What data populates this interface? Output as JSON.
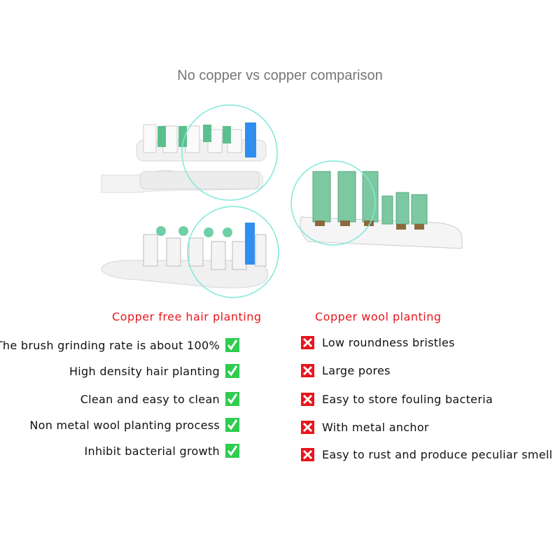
{
  "title": "No copper vs copper comparison",
  "left": {
    "heading": "Copper free hair planting",
    "items": [
      "The brush grinding rate is about 100%",
      "High density hair planting",
      "Clean and easy to clean",
      "Non metal wool planting process",
      "Inhibit bacterial growth"
    ],
    "icon": "check-icon",
    "icon_color": "#2ecc4f"
  },
  "right": {
    "heading": "Copper wool planting",
    "items": [
      "Low roundness bristles",
      "Large pores",
      "Easy to store fouling bacteria",
      "With metal anchor",
      "Easy to rust and produce peculiar smell"
    ],
    "icon": "cross-icon",
    "icon_color": "#e8161d"
  },
  "colors": {
    "bristle_green": "#5bbf8e",
    "bristle_blue": "#2f8ff0",
    "circle": "#7fe8d8",
    "copper": "#8a6a3c"
  }
}
